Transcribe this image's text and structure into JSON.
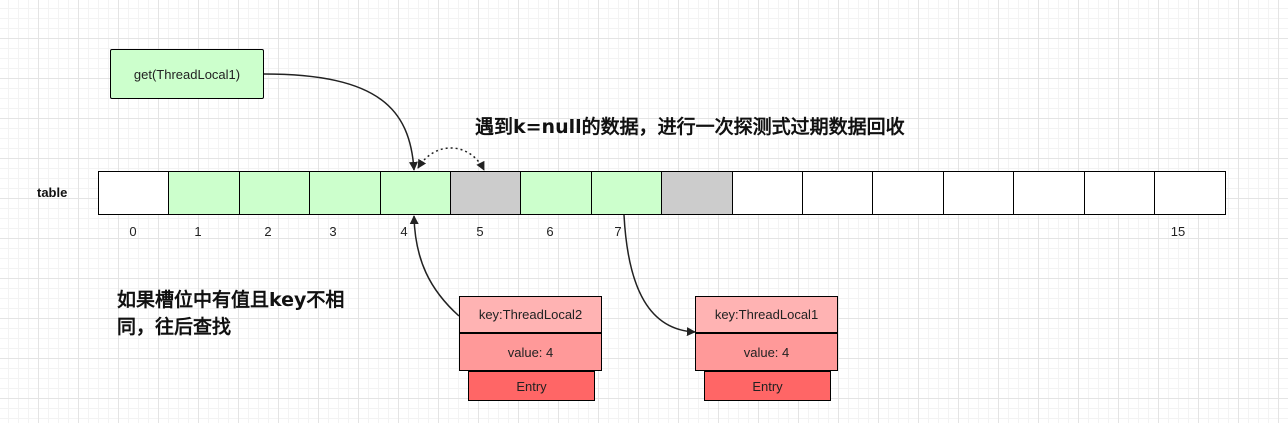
{
  "table_label": "table",
  "get_call": "get(ThreadLocal1)",
  "note_top": "遇到k=null的数据，进行一次探测式过期数据回收",
  "note_left_line1": "如果槽位中有值且key不相",
  "note_left_line2": "同，往后查找",
  "slots": [
    {
      "index": "0",
      "state": "empty"
    },
    {
      "index": "1",
      "state": "occupied"
    },
    {
      "index": "2",
      "state": "occupied"
    },
    {
      "index": "3",
      "state": "occupied"
    },
    {
      "index": "4",
      "state": "occupied"
    },
    {
      "index": "5",
      "state": "stale"
    },
    {
      "index": "6",
      "state": "occupied"
    },
    {
      "index": "7",
      "state": "occupied"
    },
    {
      "index": "",
      "state": "stale"
    },
    {
      "index": "",
      "state": "empty"
    },
    {
      "index": "",
      "state": "empty"
    },
    {
      "index": "",
      "state": "empty"
    },
    {
      "index": "",
      "state": "empty"
    },
    {
      "index": "",
      "state": "empty"
    },
    {
      "index": "",
      "state": "empty"
    },
    {
      "index": "15",
      "state": "empty"
    }
  ],
  "entries": [
    {
      "key": "key:ThreadLocal2",
      "value": "value: 4",
      "type": "Entry",
      "slot": 4
    },
    {
      "key": "key:ThreadLocal1",
      "value": "value: 4",
      "type": "Entry",
      "slot": 7
    }
  ],
  "colors": {
    "occupied": "#ccffcc",
    "stale": "#cccccc",
    "empty": "#ffffff",
    "get_box": "#ccffcc",
    "entry_key": "#ffb3b3",
    "entry_value": "#ff9999",
    "entry_type": "#ff6666"
  }
}
